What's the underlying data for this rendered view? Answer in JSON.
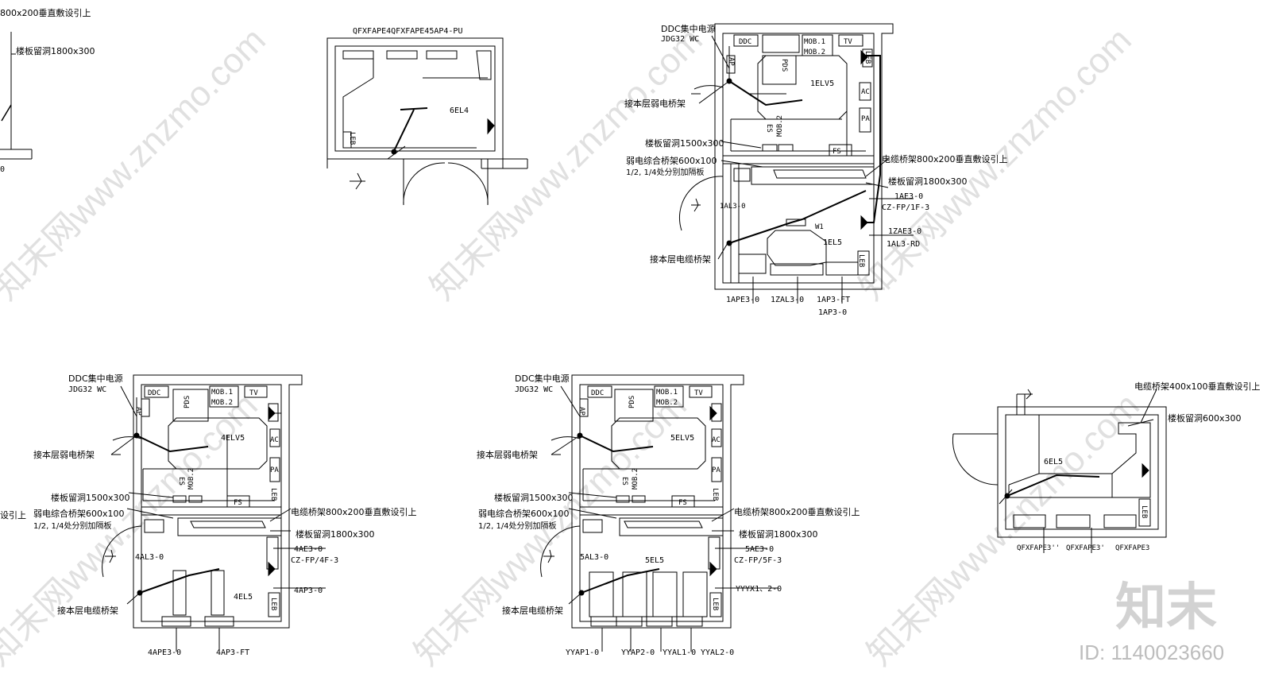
{
  "watermarks": {
    "site_text": "知末网www.znzmo.com",
    "logo_text": "知末",
    "id_text": "ID: 1140023660"
  },
  "plan_top_left_partial": {
    "label_riser": "800x200垂直敷设引上",
    "label_hole": "楼板留洞1800x300",
    "label_zero": "0"
  },
  "plan_6el4": {
    "panel_labels": "QFXFAPE4QFXFAPE45AP4-PU",
    "room_tag": "6EL4",
    "leb_tag": "LEB"
  },
  "plan_floor1": {
    "ddc_note": "DDC集中电源",
    "ddc_conduit": "JDG32 WC",
    "tags": {
      "ddc": "DDC",
      "mob1": "MOB.1",
      "mob2": "MOB.2",
      "tv": "TV",
      "pds": "PDS",
      "elv": "1ELV5",
      "ac": "AC",
      "pa": "PA",
      "es": "ES",
      "mob2v": "MOB.2",
      "fs": "FS",
      "leb": "LEB",
      "el": "1EL5",
      "al": "1AL3-0",
      "w1": "W1",
      "ap": "AP",
      "leb2": "LEB"
    },
    "notes": {
      "weak_tray": "接本层弱电桥架",
      "hole_weak": "楼板留洞1500x300",
      "weak_combined": "弱电综合桥架600x100",
      "partition": "1/2, 1/4处分别加隔板",
      "cable_riser": "电缆桥架800x200垂直敷设引上",
      "hole_power": "楼板留洞1800x300",
      "power_tray": "接本层电缆桥架"
    },
    "right_labels": [
      "1AE3-0",
      "CZ-FP/1F-3",
      "1ZAE3-0",
      "1AL3-RD"
    ],
    "bottom_labels": [
      "1APE3-0",
      "1ZAL3-0",
      "1AP3-FT",
      "1AP3-0"
    ]
  },
  "plan_floor4": {
    "ddc_note": "DDC集中电源",
    "ddc_conduit": "JDG32 WC",
    "tags": {
      "ddc": "DDC",
      "mob1": "MOB.1",
      "mob2": "MOB.2",
      "tv": "TV",
      "pds": "PDS",
      "elv": "4ELV5",
      "ac": "AC",
      "pa": "PA",
      "es": "ES",
      "mob2v": "MOB.2",
      "fs": "FS",
      "leb": "LEB",
      "el": "4EL5",
      "al": "4AL3-0",
      "ap": "AP",
      "leb2": "LEB"
    },
    "notes": {
      "weak_tray": "接本层弱电桥架",
      "hole_weak": "楼板留洞1500x300",
      "weak_combined": "弱电综合桥架600x100",
      "partition": "1/2, 1/4处分别加隔板",
      "cable_riser": "电缆桥架800x200垂直敷设引上",
      "hole_power": "楼板留洞1800x300",
      "power_tray": "接本层电缆桥架"
    },
    "right_labels": [
      "4AE3-0",
      "CZ-FP/4F-3",
      "4AP3-0"
    ],
    "bottom_labels": [
      "4APE3-0",
      "4AP3-FT"
    ],
    "left_cut_label": "设引上"
  },
  "plan_floor5": {
    "ddc_note": "DDC集中电源",
    "ddc_conduit": "JDG32 WC",
    "tags": {
      "ddc": "DDC",
      "mob1": "MOB.1",
      "mob2": "MOB.2",
      "tv": "TV",
      "pds": "PDS",
      "elv": "5ELV5",
      "ac": "AC",
      "pa": "PA",
      "es": "ES",
      "mob2v": "MOB.2",
      "fs": "FS",
      "leb": "LEB",
      "el": "5EL5",
      "al": "5AL3-0",
      "ap": "AP",
      "leb2": "LEB"
    },
    "notes": {
      "weak_tray": "接本层弱电桥架",
      "hole_weak": "楼板留洞1500x300",
      "weak_combined": "弱电综合桥架600x100",
      "partition": "1/2, 1/4处分别加隔板",
      "cable_riser": "电缆桥架800x200垂直敷设引上",
      "hole_power": "楼板留洞1800x300",
      "power_tray": "接本层电缆桥架"
    },
    "right_labels": [
      "5AE3-0",
      "CZ-FP/5F-3",
      "YYYX1、2-0"
    ],
    "bottom_labels": [
      "YYAP1-0",
      "YYAP2-0",
      "YYAL1-0",
      "YYAL2-0"
    ]
  },
  "plan_6el5": {
    "riser_note": "电缆桥架400x100垂直敷设引上",
    "hole_note": "楼板留洞600x300",
    "room_tag": "6EL5",
    "leb_tag": "LEB",
    "panel_labels": [
      "QFXFAPE3''",
      "QFXFAPE3'",
      "QFXFAPE3"
    ]
  }
}
